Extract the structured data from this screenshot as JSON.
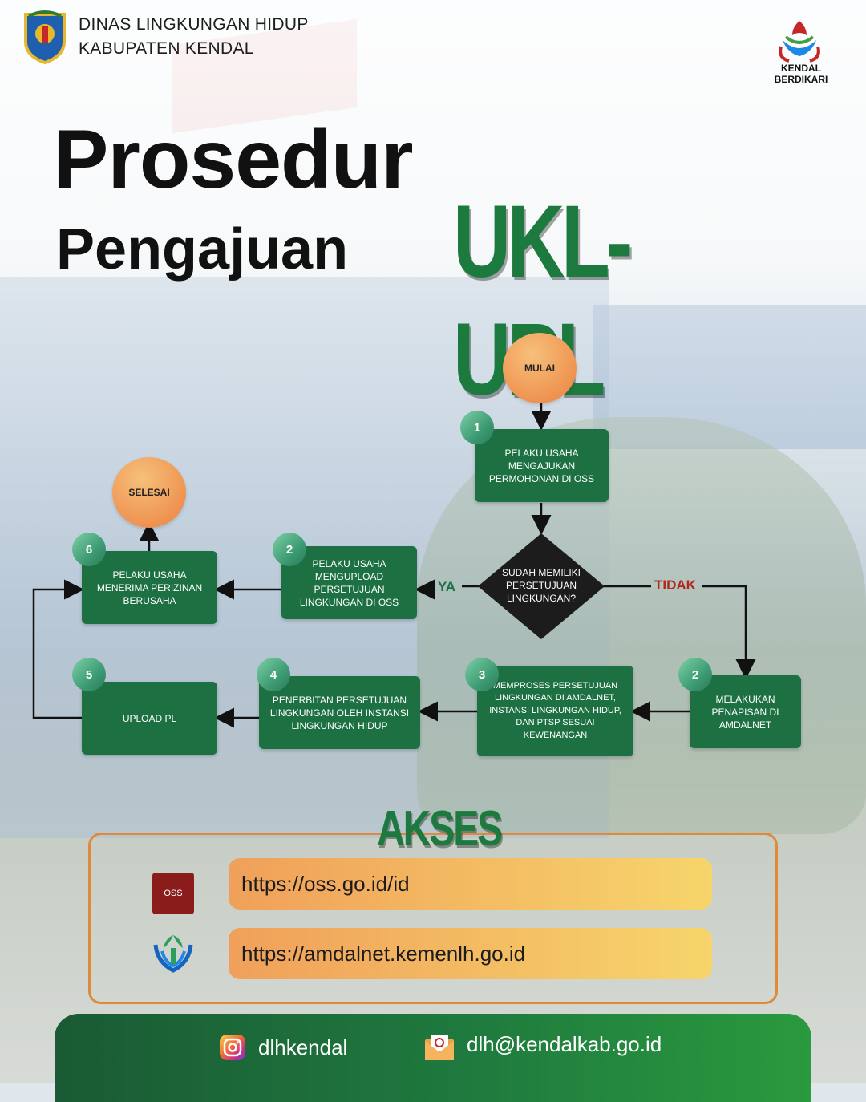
{
  "header": {
    "org_line1": "DINAS LINGKUNGAN HIDUP",
    "org_line2": "KABUPATEN KENDAL",
    "brand_label": "KENDAL BERDIKARI"
  },
  "title": {
    "line1": "Prosedur",
    "line2": "Pengajuan",
    "highlight": "UKL-UPL"
  },
  "flow": {
    "start": "MULAI",
    "end": "SELESAI",
    "decision": "SUDAH MEMILIKI PERSETUJUAN LINGKUNGAN?",
    "yes": "YA",
    "no": "TIDAK",
    "steps": {
      "s1": {
        "num": "1",
        "text": "PELAKU USAHA MENGAJUKAN PERMOHONAN DI OSS"
      },
      "s2_yes": {
        "num": "2",
        "text": "PELAKU USAHA MENGUPLOAD PERSETUJUAN LINGKUNGAN DI OSS"
      },
      "s2_no": {
        "num": "2",
        "text": "MELAKUKAN PENAPISAN DI AMDALNET"
      },
      "s3": {
        "num": "3",
        "text": "MEMPROSES PERSETUJUAN LINGKUNGAN DI AMDALNET,  INSTANSI LINGKUNGAN HIDUP, DAN PTSP SESUAI KEWENANGAN"
      },
      "s4": {
        "num": "4",
        "text": "PENERBITAN PERSETUJUAN LINGKUNGAN OLEH INSTANSI LINGKUNGAN HIDUP"
      },
      "s5": {
        "num": "5",
        "text": "UPLOAD PL"
      },
      "s6": {
        "num": "6",
        "text": "PELAKU USAHA MENERIMA PERIZINAN BERUSAHA"
      }
    }
  },
  "akses": {
    "title": "AKSES",
    "oss_logo": "OSS",
    "links": [
      "https://oss.go.id/id",
      "https://amdalnet.kemenlh.go.id"
    ]
  },
  "footer": {
    "instagram": "dlhkendal",
    "email": "dlh@kendalkab.go.id"
  },
  "colors": {
    "green": "#1d7042",
    "orange": "#ee8d4b",
    "red": "#b3261e"
  }
}
